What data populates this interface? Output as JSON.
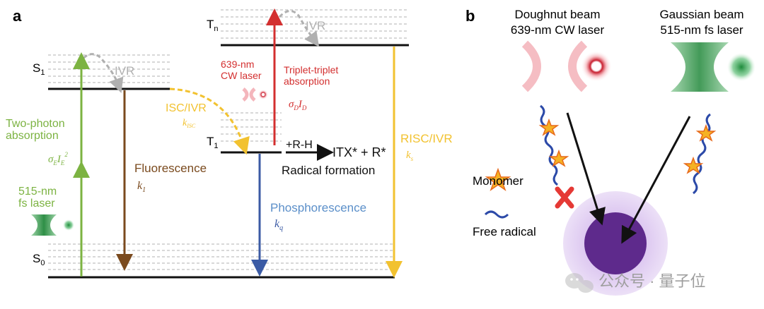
{
  "panel_a": {
    "label": "a",
    "levels": {
      "s0": "S",
      "s0_sub": "0",
      "s1": "S",
      "s1_sub": "1",
      "t1": "T",
      "t1_sub": "1",
      "tn": "T",
      "tn_sub": "n"
    },
    "ivr_1": "IVR",
    "ivr_2": "IVR",
    "two_photon_1": "Two-photon",
    "two_photon_2": "absorption",
    "sigma_e": "σ",
    "sigma_e_sub": "E",
    "sigma_e_i": "I",
    "sigma_e_i_sub": "E",
    "sigma_e_sup": "2",
    "fs_laser_1": "515-nm",
    "fs_laser_2": "fs laser",
    "fluorescence": "Fluorescence",
    "k1": "k",
    "k1_sub": "1",
    "isc_ivr": "ISC/IVR",
    "kisc": "k",
    "kisc_sub": "ISC",
    "cw_laser_1": "639-nm",
    "cw_laser_2": "CW laser",
    "tta_1": "Triplet-triplet",
    "tta_2": "absorption",
    "sigma_d": "σ",
    "sigma_d_sub": "D",
    "sigma_d_i": "I",
    "sigma_d_i_sub": "D",
    "rh": "+R-H",
    "itx": "ITX* + R*",
    "radical_formation": "Radical formation",
    "phosphorescence": "Phosphorescence",
    "kq": "k",
    "kq_sub": "q",
    "risc_ivr": "RISC/IVR",
    "ks": "k",
    "ks_sub": "s"
  },
  "panel_b": {
    "label": "b",
    "doughnut_1": "Doughnut beam",
    "doughnut_2": "639-nm CW laser",
    "gaussian_1": "Gaussian beam",
    "gaussian_2": "515-nm fs laser",
    "monomer": "Monomer",
    "free_radical": "Free radical"
  },
  "watermark": "公众号 · 量子位",
  "colors": {
    "green": "#7cb342",
    "brown": "#7a4a1e",
    "red": "#d32f2f",
    "blue": "#3b5ba5",
    "yellow": "#f2c230",
    "grey_dash": "#b0b0b0",
    "phos_blue": "#5b8fc9",
    "purple": "#5e2a8c",
    "lavender": "#e3d4f2"
  }
}
